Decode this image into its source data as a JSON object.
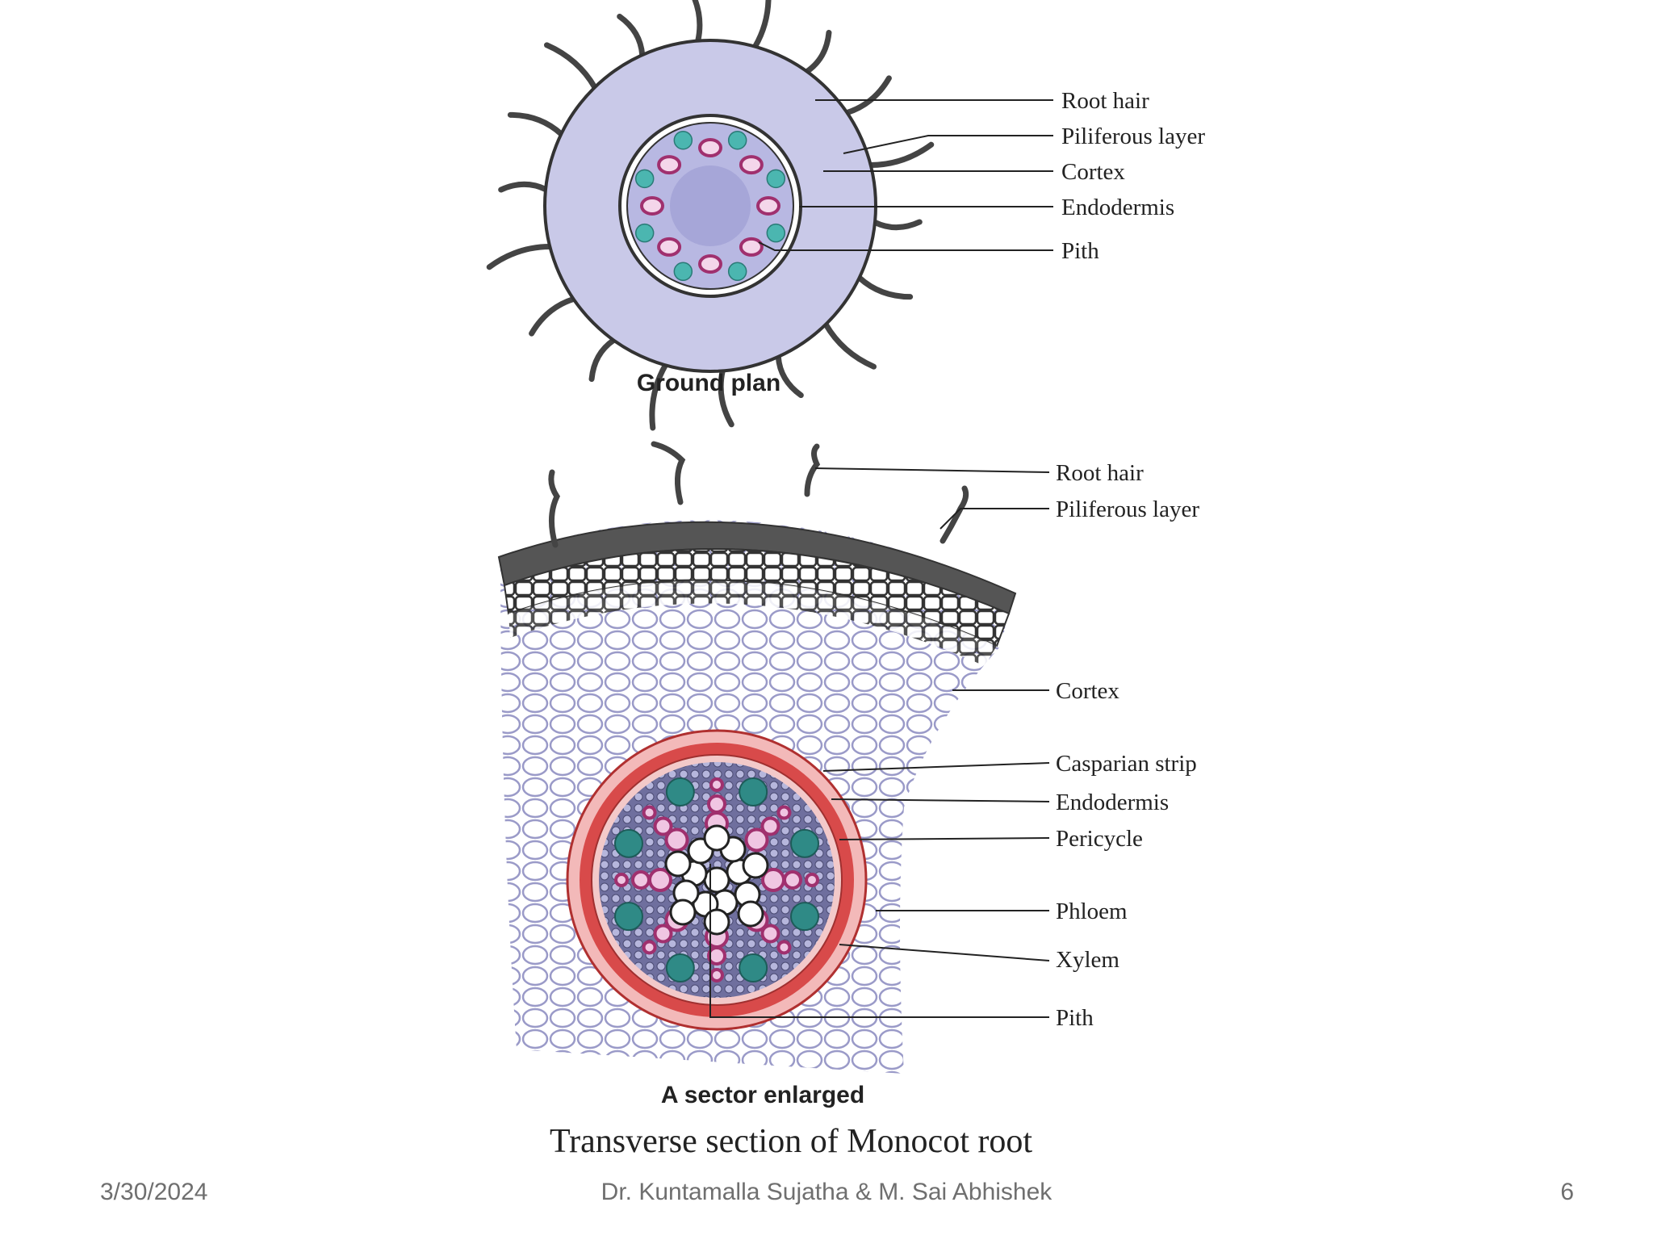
{
  "ground_plan": {
    "labels": [
      "Root hair",
      "Piliferous layer",
      "Cortex",
      "Endodermis",
      "Pith"
    ],
    "caption": "Ground plan"
  },
  "sector": {
    "labels": [
      "Root hair",
      "Piliferous layer",
      "Cortex",
      "Casparian strip",
      "Endodermis",
      "Pericycle",
      "Phloem",
      "Xylem",
      "Pith"
    ],
    "caption": "A sector enlarged"
  },
  "figure_title": "Transverse section of Monocot root",
  "footer": {
    "date": "3/30/2024",
    "author": "Dr. Kuntamalla Sujatha & M. Sai Abhishek",
    "page": "6"
  },
  "colors": {
    "cortex_fill": "#c9c9e8",
    "stele_fill": "#b2b2de",
    "cell_outline": "#9a9ac8",
    "xylem": "#a0306e",
    "phloem": "#4bb6b0",
    "endodermis": "#d84a4a",
    "endodermis_light": "#f3b9b9"
  }
}
